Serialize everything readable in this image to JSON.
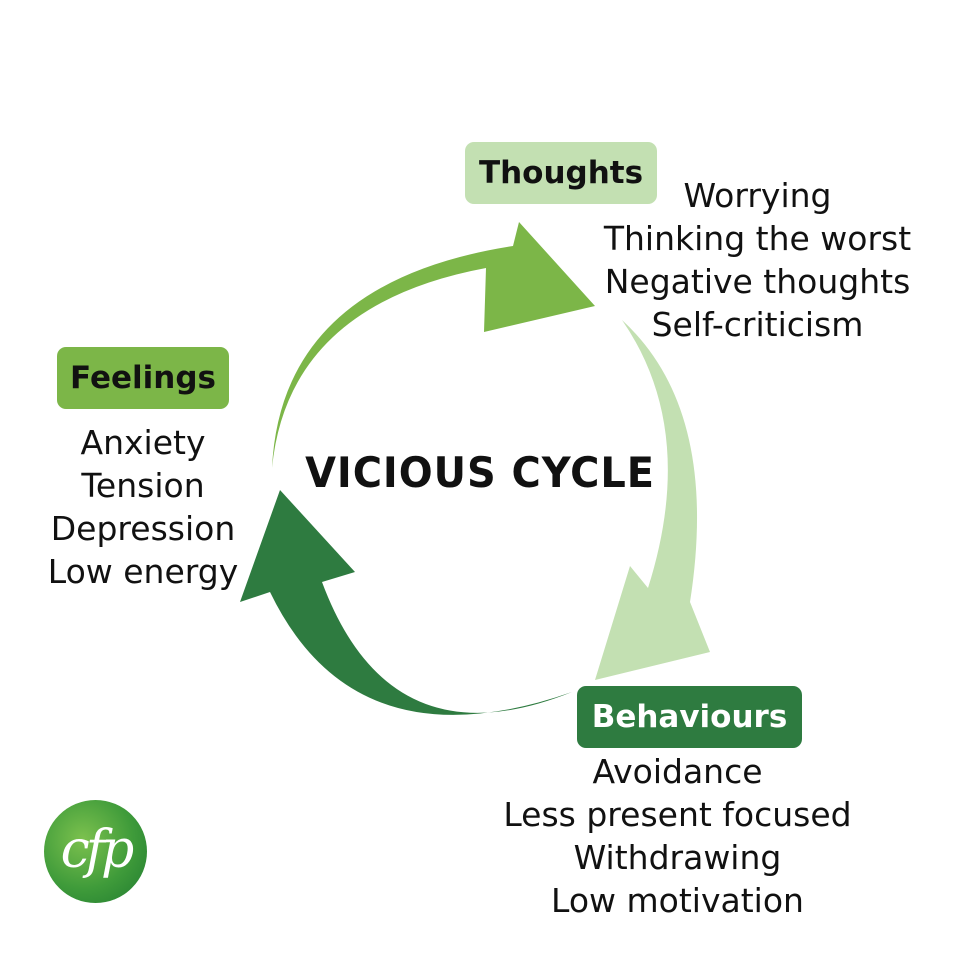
{
  "center_title": "VICIOUS CYCLE",
  "nodes": {
    "thoughts": {
      "label": "Thoughts",
      "items": [
        "Worrying",
        "Thinking the worst",
        "Negative thoughts",
        "Self-criticism"
      ]
    },
    "feelings": {
      "label": "Feelings",
      "items": [
        "Anxiety",
        "Tension",
        "Depression",
        "Low energy"
      ]
    },
    "behaviours": {
      "label": "Behaviours",
      "items": [
        "Avoidance",
        "Less present focused",
        "Withdrawing",
        "Low motivation"
      ]
    }
  },
  "logo": {
    "text": "cfp"
  },
  "colors": {
    "light_green": "#c3e0b2",
    "mid_green": "#7cb648",
    "dark_green": "#2e7b40",
    "arrow_feelings_to_thoughts": "#7cb648",
    "arrow_thoughts_to_behaviours": "#c3e0b2",
    "arrow_behaviours_to_feelings": "#2e7b40"
  },
  "cycle_order": [
    "Feelings",
    "Thoughts",
    "Behaviours"
  ]
}
